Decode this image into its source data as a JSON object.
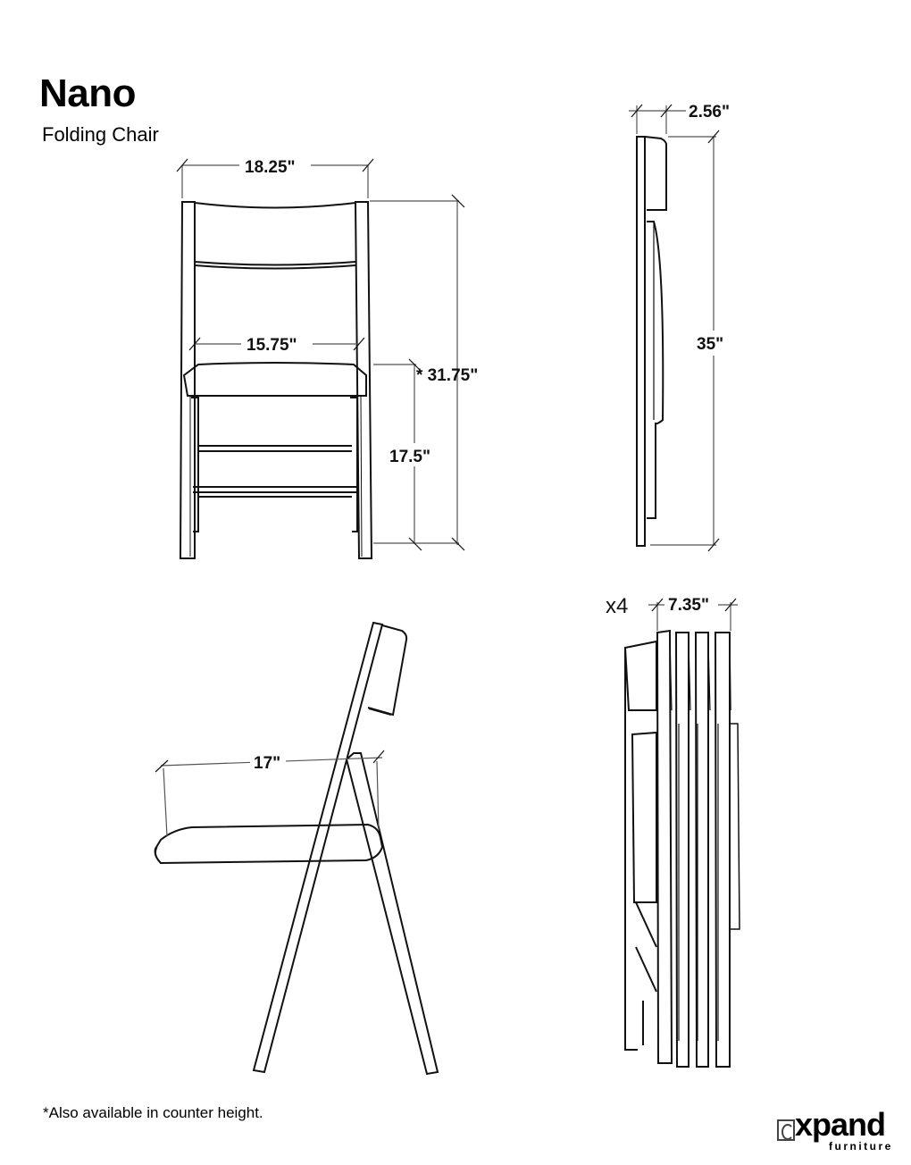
{
  "header": {
    "title": "Nano",
    "subtitle": "Folding Chair"
  },
  "front_view": {
    "overall_width": "18.25\"",
    "seat_width": "15.75\"",
    "overall_height": "* 31.75\"",
    "seat_height": "17.5\""
  },
  "folded_side_view": {
    "folded_depth": "2.56\"",
    "folded_height": "35\""
  },
  "side_view": {
    "seat_depth": "17\""
  },
  "stacked_view": {
    "quantity": "x4",
    "stack_depth": "7.35\""
  },
  "footnote": "*Also available in counter height.",
  "brand": {
    "name": "xpand",
    "icon": "e-box-logo-icon",
    "tagline": "furniture"
  }
}
